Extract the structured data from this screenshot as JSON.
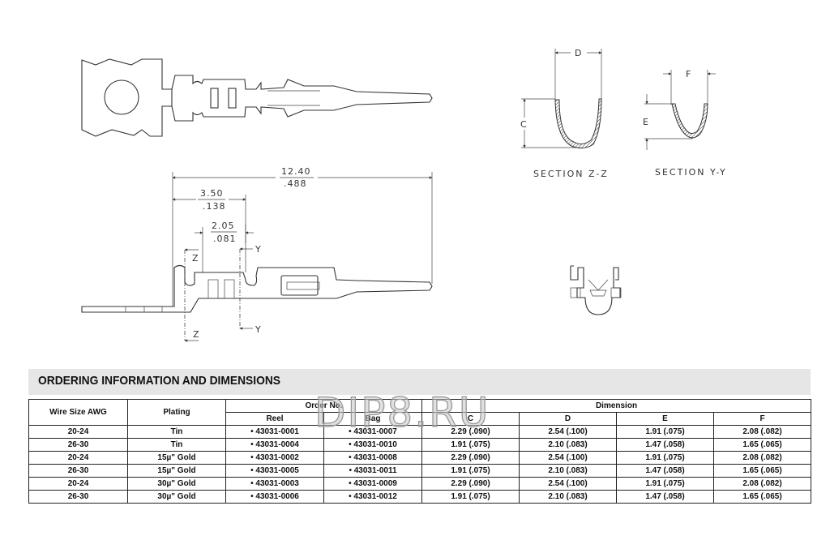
{
  "drawing": {
    "dim_overall_mm": "12.40",
    "dim_overall_in": ".488",
    "dim_a_mm": "3.50",
    "dim_a_in": ".138",
    "dim_b_mm": "2.05",
    "dim_b_in": ".081",
    "section_mark_z": "Z",
    "section_mark_y": "Y",
    "label_c": "C",
    "label_d": "D",
    "label_e": "E",
    "label_f": "F",
    "section_zz": "SECTION Z-Z",
    "section_yy": "SECTION Y-Y"
  },
  "watermark": "DIP8.RU",
  "table": {
    "title": "ORDERING INFORMATION AND DIMENSIONS",
    "headers": {
      "wire_size": "Wire Size AWG",
      "plating": "Plating",
      "order_no": "Order No.",
      "reel": "Reel",
      "bag": "Bag",
      "dimension": "Dimension",
      "c": "C",
      "d": "D",
      "e": "E",
      "f": "F"
    },
    "rows": [
      [
        "20-24",
        "Tin",
        "• 43031-0001",
        "• 43031-0007",
        "2.29 (.090)",
        "2.54 (.100)",
        "1.91 (.075)",
        "2.08 (.082)"
      ],
      [
        "26-30",
        "Tin",
        "• 43031-0004",
        "• 43031-0010",
        "1.91 (.075)",
        "2.10 (.083)",
        "1.47 (.058)",
        "1.65 (.065)"
      ],
      [
        "20-24",
        "15µ\" Gold",
        "• 43031-0002",
        "• 43031-0008",
        "2.29 (.090)",
        "2.54 (.100)",
        "1.91 (.075)",
        "2.08 (.082)"
      ],
      [
        "26-30",
        "15µ\" Gold",
        "• 43031-0005",
        "• 43031-0011",
        "1.91 (.075)",
        "2.10 (.083)",
        "1.47 (.058)",
        "1.65 (.065)"
      ],
      [
        "20-24",
        "30µ\" Gold",
        "• 43031-0003",
        "• 43031-0009",
        "2.29 (.090)",
        "2.54 (.100)",
        "1.91 (.075)",
        "2.08 (.082)"
      ],
      [
        "26-30",
        "30µ\" Gold",
        "• 43031-0006",
        "• 43031-0012",
        "1.91 (.075)",
        "2.10 (.083)",
        "1.47 (.058)",
        "1.65 (.065)"
      ]
    ]
  }
}
